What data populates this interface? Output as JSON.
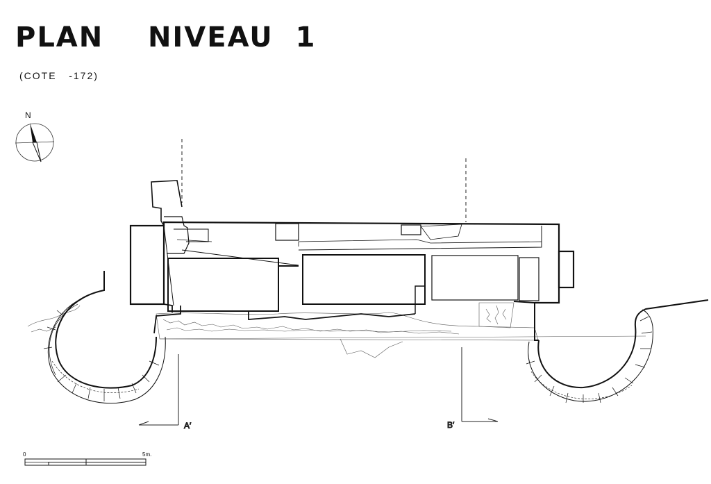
{
  "title": "PLAN    NIVEAU  1",
  "subtitle": "(COTE   -172)",
  "north_label": "N",
  "sections": [
    {
      "label": "A′"
    },
    {
      "label": "B′"
    }
  ],
  "scale": {
    "start_label": "0",
    "end_label": "5m."
  },
  "colors": {
    "ink": "#111111",
    "paper": "#ffffff"
  }
}
